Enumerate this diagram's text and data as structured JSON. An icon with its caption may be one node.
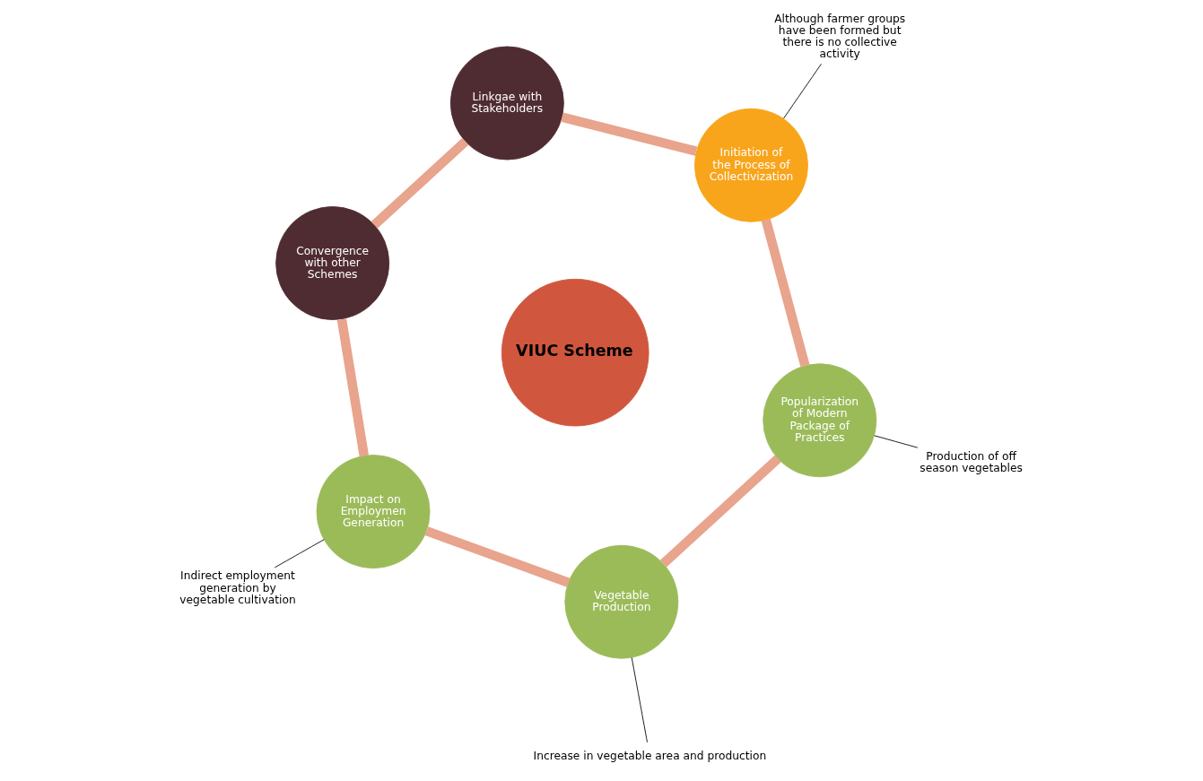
{
  "diagram": {
    "nodes": [
      {
        "text": [
          "VIUC Scheme"
        ]
      },
      {
        "text": [
          "Vegetable Production"
        ]
      },
      {
        "text": [
          "Popularization of Modern Package of Practices"
        ]
      },
      {
        "text": [
          "Initiation of the Process of Collectivization"
        ]
      },
      {
        "text": [
          "Linkgae with Stakeholders"
        ]
      },
      {
        "text": [
          "Convergence with other Schemes"
        ]
      },
      {
        "text": [
          "Impact on Employmen Generation"
        ]
      },
      {
        "text": [
          "Increase in vegetable area and production"
        ]
      },
      {
        "text": [
          "Production of off season vegetables"
        ]
      },
      {
        "text": [
          "Although farmer groups have been formed but there is no collective activity"
        ]
      },
      {
        "text": [
          "Indirect employment generation by vegetable cultivation"
        ]
      }
    ],
    "edges": [
      {
        "from": 1,
        "to": 2,
        "arrow": "none"
      },
      {
        "from": 2,
        "to": 3,
        "arrow": "none"
      },
      {
        "from": 3,
        "to": 4,
        "arrow": "none"
      },
      {
        "from": 4,
        "to": 5,
        "arrow": "none"
      },
      {
        "from": 5,
        "to": 6,
        "arrow": "none"
      },
      {
        "from": 6,
        "to": 1,
        "arrow": "none"
      },
      {
        "from": 7,
        "to": 1,
        "arrow": "none",
        "color": "#000000"
      },
      {
        "from": 8,
        "to": 2,
        "arrow": "none",
        "color": "#000000"
      },
      {
        "from": 9,
        "to": 3,
        "arrow": "none",
        "color": "#000000"
      },
      {
        "from": 10,
        "to": 6,
        "arrow": "none",
        "color": "#000000"
      }
    ]
  }
}
